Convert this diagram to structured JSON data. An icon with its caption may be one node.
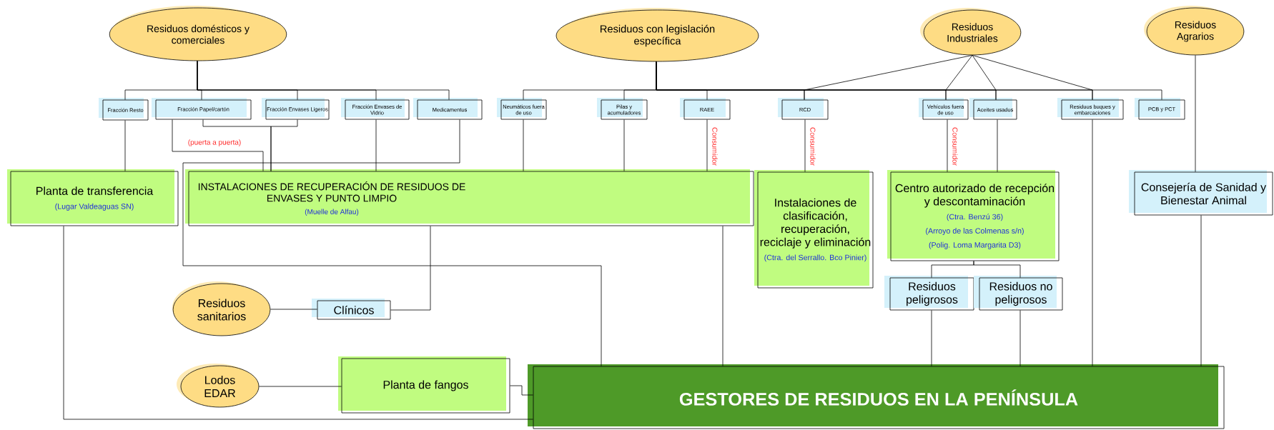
{
  "diagram": {
    "nodes": [
      {
        "text": [
          "Residuos domésticos y comerciales"
        ]
      },
      {
        "text": [
          "Residuos con legislación específica"
        ]
      },
      {
        "text": [
          "Residuos Industriales"
        ]
      },
      {
        "text": [
          "Residuos Agrarios"
        ]
      },
      {
        "text": [
          "Fracción Resto"
        ]
      },
      {
        "text": [
          "Fracción Papel/cartón"
        ]
      },
      {
        "text": [
          "Fracción Envases Ligeros"
        ]
      },
      {
        "text": [
          "Fracción Envases de Vidrio"
        ]
      },
      {
        "text": [
          "Medicamentos"
        ]
      },
      {
        "text": [
          "Neumáticos fuera de uso"
        ]
      },
      {
        "text": [
          "Pilas y acumuladores"
        ]
      },
      {
        "text": [
          "RAEE"
        ]
      },
      {
        "text": [
          "RCD"
        ]
      },
      {
        "text": [
          "Vehículos fuera de uso"
        ]
      },
      {
        "text": [
          "Aceites usados"
        ]
      },
      {
        "text": [
          "Residuos buques y embarcaciones"
        ]
      },
      {
        "text": [
          "PCB y PCT"
        ]
      },
      {
        "text": [
          "Planta de transferencia",
          "(Lugar Valdeaguas SN)"
        ]
      },
      {
        "text": [
          "INSTALACIONES DE RECUPERACIÓN DE RESIDUOS DE ENVASES Y PUNTO LIMPIO",
          "(Muelle de Alfau)"
        ]
      },
      {
        "text": [
          "Instalaciones de clasificación, recuperación, reciclaje y eliminación",
          "(Ctra. del Serrallo. Bco Pinier)"
        ]
      },
      {
        "text": [
          "Centro autorizado de recepción y descontaminación",
          "(Ctra. Benzú 36)",
          "(Arroyo de las Colmenas s/n)",
          "(Polig. Loma Margarita D3)"
        ]
      },
      {
        "text": [
          "Consejería de Sanidad y Bienestar Animal"
        ]
      },
      {
        "text": [
          "Residuos peligrosos"
        ]
      },
      {
        "text": [
          "Residuos no peligrosos"
        ]
      },
      {
        "text": [
          "Residuos sanitarios"
        ]
      },
      {
        "text": [
          "Clínicos"
        ]
      },
      {
        "text": [
          "Lodos EDAR"
        ]
      },
      {
        "text": [
          "Planta de fangos"
        ]
      },
      {
        "text": [
          "GESTORES DE RESIDUOS EN LA PENÍNSULA"
        ]
      }
    ],
    "edges": [
      {
        "from": 0,
        "to": 4,
        "arrow": "none"
      },
      {
        "from": 0,
        "to": 5,
        "arrow": "none"
      },
      {
        "from": 0,
        "to": 6,
        "arrow": "none"
      },
      {
        "from": 0,
        "to": 7,
        "arrow": "none"
      },
      {
        "from": 0,
        "to": 8,
        "arrow": "none"
      },
      {
        "from": 1,
        "to": 9,
        "arrow": "none"
      },
      {
        "from": 1,
        "to": 10,
        "arrow": "none"
      },
      {
        "from": 1,
        "to": 11,
        "arrow": "none"
      },
      {
        "from": 1,
        "to": 12,
        "arrow": "none"
      },
      {
        "from": 1,
        "to": 13,
        "arrow": "none"
      },
      {
        "from": 1,
        "to": 14,
        "arrow": "none"
      },
      {
        "from": 1,
        "to": 15,
        "arrow": "none"
      },
      {
        "from": 1,
        "to": 16,
        "arrow": "none"
      },
      {
        "from": 2,
        "to": 12,
        "arrow": "none"
      },
      {
        "from": 2,
        "to": 13,
        "arrow": "none"
      },
      {
        "from": 2,
        "to": 14,
        "arrow": "none"
      },
      {
        "from": 2,
        "to": 15,
        "arrow": "none"
      },
      {
        "from": 3,
        "to": 21,
        "arrow": "none"
      },
      {
        "from": 4,
        "to": 17,
        "arrow": "none"
      },
      {
        "from": 5,
        "to": 18,
        "arrow": "none",
        "label": "(puerta a puerta)"
      },
      {
        "from": 5,
        "to": 18,
        "arrow": "none"
      },
      {
        "from": 6,
        "to": 18,
        "arrow": "none"
      },
      {
        "from": 7,
        "to": 18,
        "arrow": "none"
      },
      {
        "from": 8,
        "to": 28,
        "arrow": "none"
      },
      {
        "from": 9,
        "to": 18,
        "arrow": "none"
      },
      {
        "from": 10,
        "to": 18,
        "arrow": "none"
      },
      {
        "from": 11,
        "to": 18,
        "arrow": "none",
        "label": "Consumidor"
      },
      {
        "from": 12,
        "to": 19,
        "arrow": "none",
        "label": "Consumidor"
      },
      {
        "from": 13,
        "to": 20,
        "arrow": "none",
        "label": "Consumidor"
      },
      {
        "from": 14,
        "to": 20,
        "arrow": "none"
      },
      {
        "from": 15,
        "to": 28,
        "arrow": "none"
      },
      {
        "from": 21,
        "to": 28,
        "arrow": "none"
      },
      {
        "from": 20,
        "to": 22,
        "arrow": "none"
      },
      {
        "from": 20,
        "to": 23,
        "arrow": "none"
      },
      {
        "from": 22,
        "to": 28,
        "arrow": "none"
      },
      {
        "from": 23,
        "to": 28,
        "arrow": "none"
      },
      {
        "from": 18,
        "to": 28,
        "arrow": "none"
      },
      {
        "from": 17,
        "to": 28,
        "arrow": "none"
      },
      {
        "from": 24,
        "to": 25,
        "arrow": "none"
      },
      {
        "from": 25,
        "to": 18,
        "arrow": "none"
      },
      {
        "from": 26,
        "to": 27,
        "arrow": "none"
      },
      {
        "from": 27,
        "to": 28,
        "arrow": "none"
      }
    ]
  }
}
